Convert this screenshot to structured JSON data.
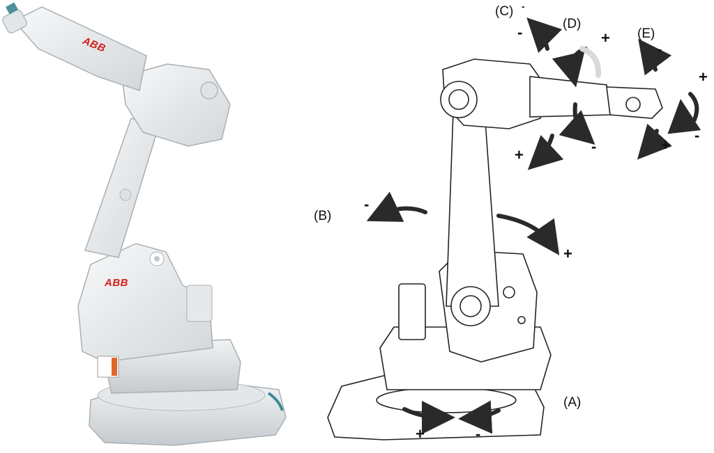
{
  "photo": {
    "brand_upper": "ABB",
    "brand_lower": "ABB",
    "body_color": "#eef0f1",
    "shade_color": "#c9ced2",
    "brand_color": "#d6201c"
  },
  "diagram": {
    "labels": {
      "a": "(A)",
      "b": "(B)",
      "c": "(C)",
      "d": "(D)",
      "e": "(E)"
    },
    "signs": {
      "a_plus": "+",
      "a_minus": "-",
      "b_minus": "-",
      "b_plus": "+",
      "c_minus_top": "-",
      "c_minus": "-",
      "c_plus": "+",
      "d_plus": "+",
      "d_minus": "-",
      "e_minus": "-",
      "e_plus": "+",
      "f_plus": "+",
      "f_minus": "-"
    },
    "line_color": "#222222",
    "arrow_color": "#2a2a2a"
  }
}
